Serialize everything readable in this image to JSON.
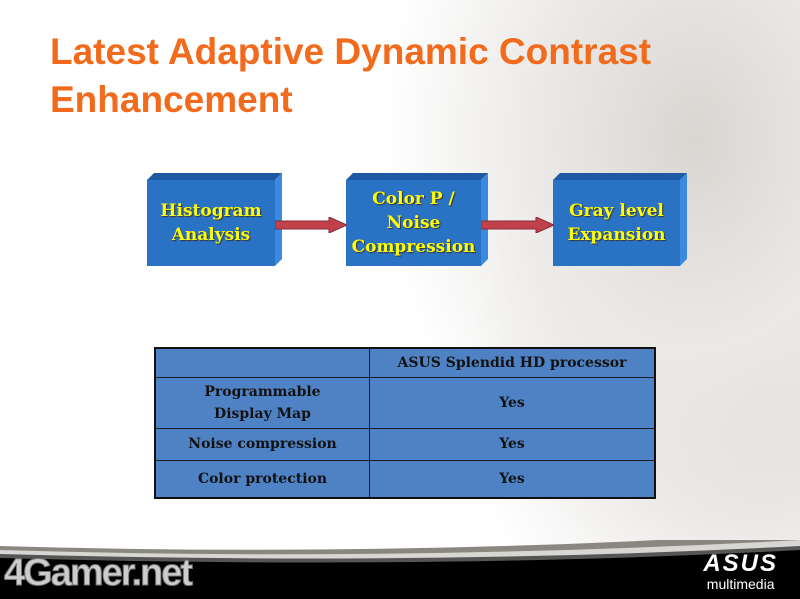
{
  "slide": {
    "title_line1": "Latest Adaptive Dynamic Contrast",
    "title_line2": "Enhancement"
  },
  "flow": [
    {
      "line1": "Histogram",
      "line2": "Analysis"
    },
    {
      "line1": "Color P / Noise",
      "line2": "Compression"
    },
    {
      "line1": "Gray level",
      "line2": "Expansion"
    }
  ],
  "table": {
    "header": [
      "",
      "ASUS Splendid HD processor"
    ],
    "rows": [
      {
        "feature_line1": "Programmable",
        "feature_line2": "Display Map",
        "value": "Yes"
      },
      {
        "feature": "Noise compression",
        "value": "Yes"
      },
      {
        "feature": "Color protection",
        "value": "Yes"
      }
    ]
  },
  "footer": {
    "watermark": "4Gamer.net",
    "logo_line1": "ASUS",
    "logo_line2": "multimedia"
  },
  "colors": {
    "title": "#f26a1b",
    "box": "#2a73c4",
    "box_text": "#ffff00",
    "arrow": "#c0414a",
    "table": "#4f82c4"
  }
}
